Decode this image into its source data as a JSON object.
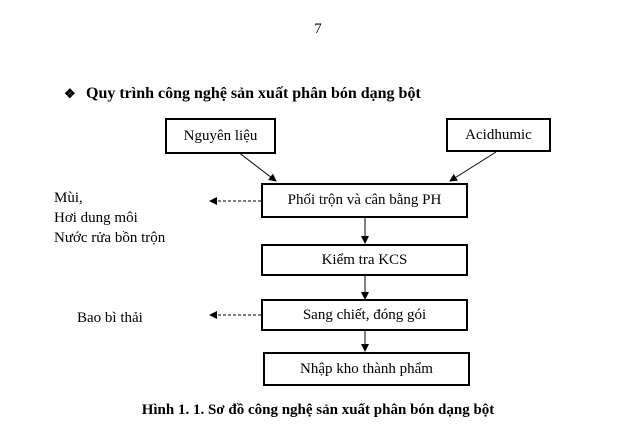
{
  "page_number": "7",
  "heading": {
    "bullet_icon": "diamond-bullet",
    "bullet_glyph": "❖",
    "text": "Quy trình công nghệ sản xuất phân bón dạng bột"
  },
  "diagram": {
    "inputs": [
      "Nguyên liệu",
      "Acidhumic"
    ],
    "steps": [
      "Phối trộn và cân bằng PH",
      "Kiểm tra KCS",
      "Sang chiết, đóng gói",
      "Nhập kho thành phẩm"
    ],
    "outputs": {
      "mixing": [
        "Mùi,",
        "Hơi dung môi",
        "Nước rửa bồn trộn"
      ],
      "packaging": [
        "Bao bì thải"
      ]
    }
  },
  "caption": "Hình 1. 1. Sơ đồ công nghệ sản xuất phân bón dạng bột"
}
